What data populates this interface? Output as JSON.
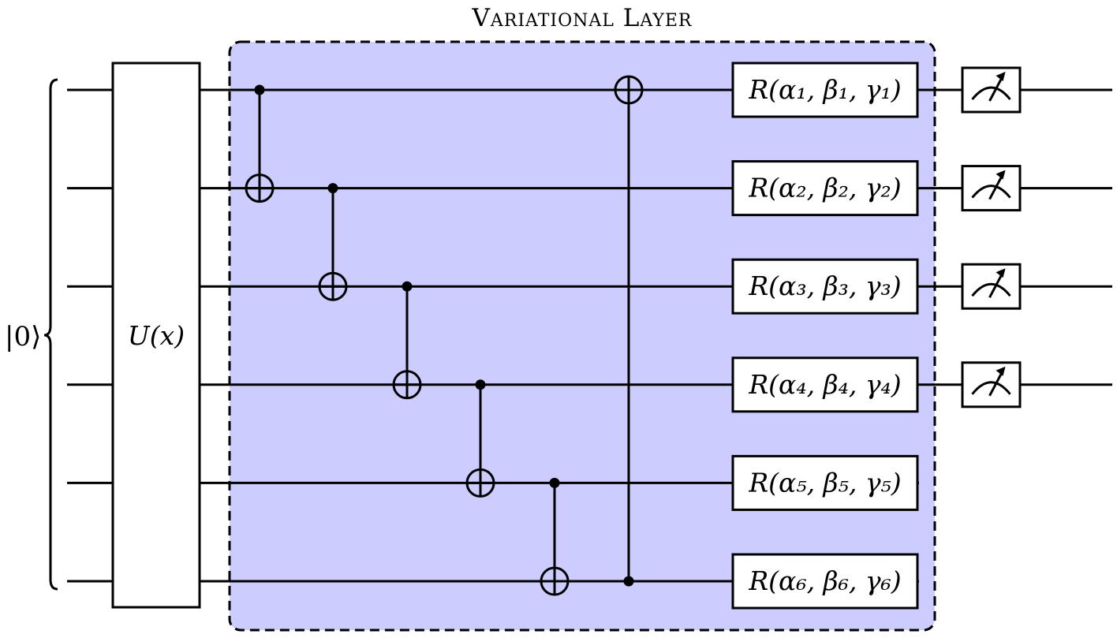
{
  "diagram": {
    "title": "Variational Layer",
    "input_state": "|0⟩",
    "encoding_gate": "U(x)",
    "qubit_count": 6,
    "rotation_gates": [
      "R(α₁, β₁, γ₁)",
      "R(α₂, β₂, γ₂)",
      "R(α₃, β₃, γ₃)",
      "R(α₄, β₄, γ₄)",
      "R(α₅, β₅, γ₅)",
      "R(α₆, β₆, γ₆)"
    ],
    "cnot_gates": [
      {
        "control": 1,
        "target": 2
      },
      {
        "control": 2,
        "target": 3
      },
      {
        "control": 3,
        "target": 4
      },
      {
        "control": 4,
        "target": 5
      },
      {
        "control": 5,
        "target": 6
      },
      {
        "control": 6,
        "target": 1
      }
    ],
    "measured_qubits": [
      1,
      2,
      3,
      4
    ],
    "colors": {
      "layer_fill": "#ccccff",
      "line": "#000000",
      "gate_fill": "#ffffff"
    }
  }
}
